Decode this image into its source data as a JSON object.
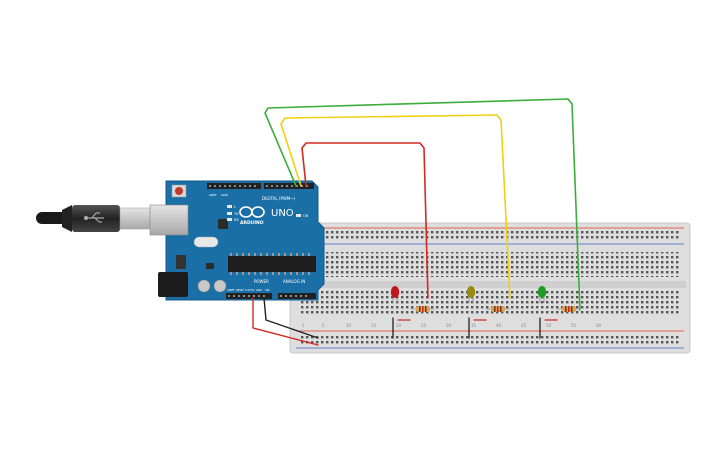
{
  "arduino": {
    "logo_text": "UNO",
    "brand_text": "ARDUINO",
    "digital_label": "DIGITAL (PWM~)",
    "power_label": "POWER",
    "analog_label": "ANALOG IN",
    "tx_label": "TX",
    "rx_label": "RX",
    "l_label": "L",
    "on_label": "ON",
    "aref_label": "AREF",
    "gnd_label": "GND",
    "ioref_label": "IOREF",
    "reset_label": "RESET",
    "v33_label": "3.3V",
    "v5_label": "5V",
    "vin_label": "VIN"
  },
  "breadboard": {
    "column_numbers": [
      "1",
      "5",
      "10",
      "15",
      "20",
      "25",
      "30",
      "35",
      "40",
      "45",
      "50",
      "55",
      "60"
    ]
  },
  "leds": [
    {
      "id": "red",
      "color": "#c0181e"
    },
    {
      "id": "yellow",
      "color": "#9a8a10"
    },
    {
      "id": "green",
      "color": "#1f9a22"
    }
  ],
  "wires": {
    "red": "#d42a20",
    "yellow": "#f2cf10",
    "green": "#3aae3a",
    "black": "#222222"
  },
  "colors": {
    "board_blue": "#1b6fa7",
    "breadboard": "#dcdcdc",
    "rail_red": "#e8361f",
    "rail_blue": "#3a5fc8"
  }
}
